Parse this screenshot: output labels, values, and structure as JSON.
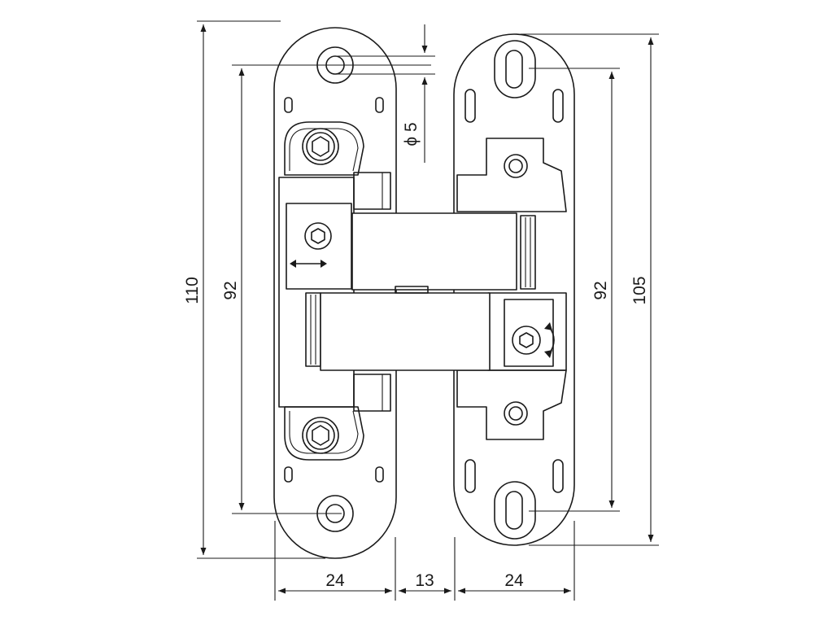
{
  "dimensions": {
    "overall_height_left": "110",
    "hole_spacing_left": "92",
    "hole_spacing_right": "92",
    "overall_height_right": "105",
    "hole_diameter": "ϕ 5",
    "plate_width_left": "24",
    "gap_width": "13",
    "plate_width_right": "24"
  },
  "colors": {
    "line": "#1a1a1a",
    "background": "#ffffff"
  },
  "icons": {
    "screw_head": "hex-socket-screw-icon",
    "horizontal_adjust": "double-arrow-horizontal-icon",
    "rotate_adjust": "rotate-arrow-icon"
  }
}
